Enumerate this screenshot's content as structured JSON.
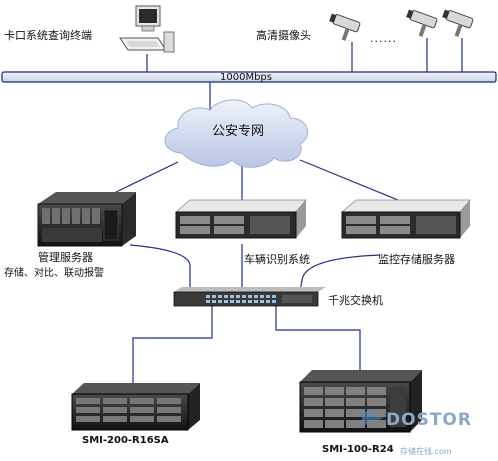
{
  "labels": {
    "checkpoint_terminal": "卡口系统查询终端",
    "hd_camera": "高清摄像头",
    "dots": "......",
    "bus_speed": "1000Mbps",
    "police_network": "公安专网",
    "management_server": "管理服务器",
    "management_server_desc": "存储、对比、联动报警",
    "vehicle_recognition": "车辆识别系统",
    "monitor_storage_server": "监控存储服务器",
    "gigabit_switch": "千兆交换机",
    "storage_left": "SMI-200-R16SA",
    "storage_right": "SMI-100-R24"
  },
  "watermark": {
    "brand": "DOSTOR",
    "subtitle": "存储在线.com"
  },
  "colors": {
    "bus_fill": "#dfe4f2",
    "bus_border": "#1a2a7a",
    "link_line": "#1f2f8c",
    "cloud_fill": "#cdd8ee"
  }
}
